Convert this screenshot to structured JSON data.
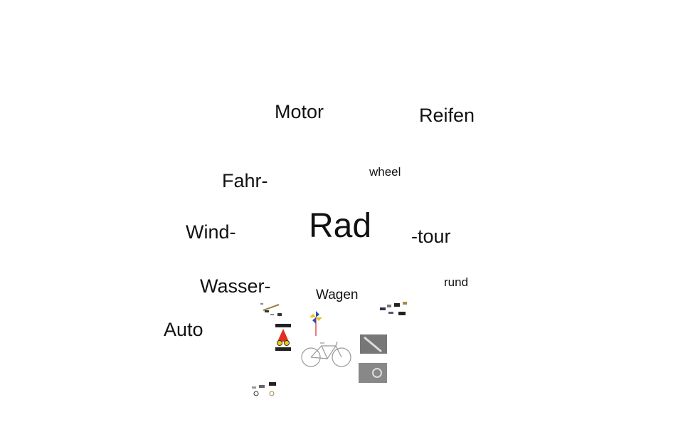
{
  "words": {
    "motor": "Motor",
    "reifen": "Reifen",
    "wheel": "wheel",
    "fahr": "Fahr-",
    "rad": "Rad",
    "wind": "Wind-",
    "tour": "-tour",
    "wasser": "Wasser-",
    "rund": "rund",
    "wagen": "Wagen",
    "auto": "Auto"
  },
  "colors": {
    "text": "#111111",
    "pinwheel_blue": "#2a4fb0",
    "pinwheel_yellow": "#e8c020",
    "sign_red": "#e03020",
    "sign_yellow": "#f0d000"
  }
}
